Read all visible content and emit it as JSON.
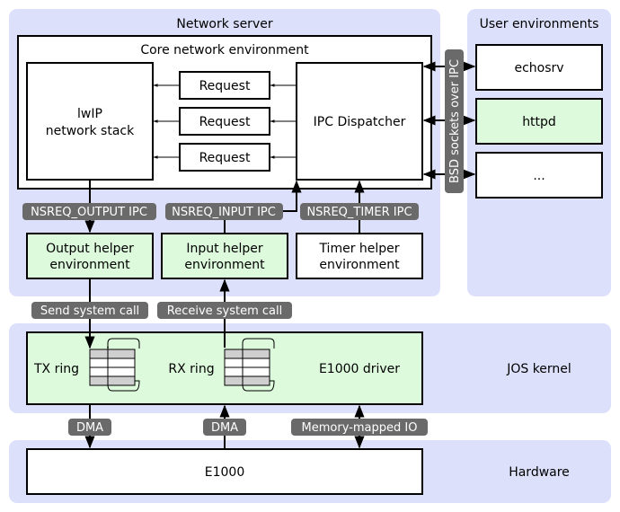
{
  "colors": {
    "region": "#dde0fa",
    "helper": "#ddfadd",
    "tag": "#6a6a6a",
    "border": "#000000",
    "ring_slot": "#cfcfcf"
  },
  "regions": {
    "network_server": "Network server",
    "user_environments": "User environments",
    "jos_kernel": "JOS kernel",
    "hardware": "Hardware"
  },
  "core": {
    "title": "Core network environment",
    "lwip_line1": "lwIP",
    "lwip_line2": "network stack",
    "dispatcher": "IPC Dispatcher",
    "requests": [
      "Request",
      "Request",
      "Request"
    ]
  },
  "user_envs": [
    "echosrv",
    "httpd",
    "..."
  ],
  "helpers": {
    "output_line1": "Output helper",
    "output_line2": "environment",
    "input_line1": "Input helper",
    "input_line2": "environment",
    "timer_line1": "Timer helper",
    "timer_line2": "environment"
  },
  "tags": {
    "nsreq_output": "NSREQ_OUTPUT IPC",
    "nsreq_input": "NSREQ_INPUT IPC",
    "nsreq_timer": "NSREQ_TIMER IPC",
    "bsd_sockets": "BSD sockets over IPC",
    "send_syscall": "Send system call",
    "receive_syscall": "Receive system call",
    "dma_tx": "DMA",
    "dma_rx": "DMA",
    "mmio": "Memory-mapped IO"
  },
  "kernel": {
    "tx_ring": "TX ring",
    "rx_ring": "RX ring",
    "driver": "E1000 driver"
  },
  "hardware": {
    "device": "E1000"
  }
}
